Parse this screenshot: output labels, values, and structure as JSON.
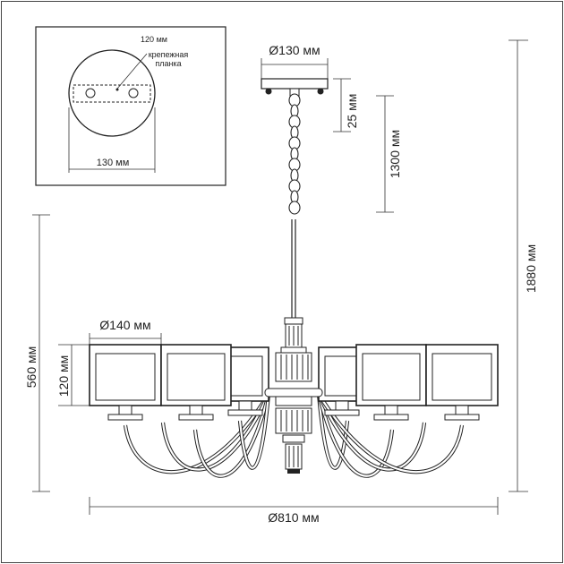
{
  "inset": {
    "bar_width": "120 мм",
    "bar_label_line1": "крепежная",
    "bar_label_line2": "планка",
    "canopy_width": "130 мм"
  },
  "dimensions": {
    "canopy_diameter": "Ø130 мм",
    "canopy_height": "25 мм",
    "chain_length": "1300 мм",
    "total_height": "1880 мм",
    "body_height": "560 мм",
    "shade_height": "120 мм",
    "shade_diameter": "Ø140 мм",
    "total_diameter": "Ø810 мм"
  }
}
